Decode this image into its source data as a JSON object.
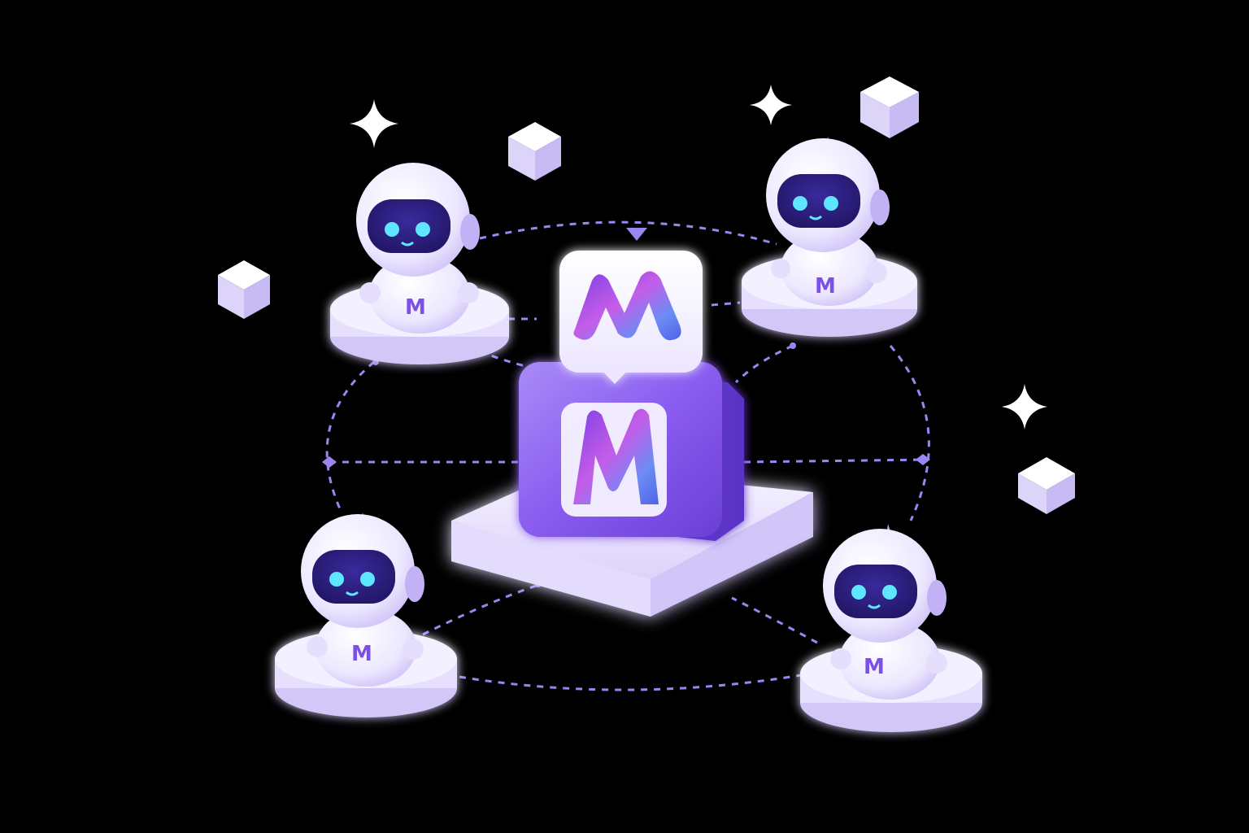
{
  "illustration": {
    "robot_badge_letter": "M",
    "robots": [
      {
        "badge": "M",
        "id": "robot-top-left"
      },
      {
        "badge": "M",
        "id": "robot-top-right"
      },
      {
        "badge": "M",
        "id": "robot-bottom-left"
      },
      {
        "badge": "M",
        "id": "robot-bottom-right"
      }
    ],
    "hub": {
      "logo": "M-logo",
      "panel_logo": "M-logo"
    }
  },
  "colors": {
    "background": "#000000",
    "robot_body": "#f3f0ff",
    "robot_shade": "#d6ccfa",
    "visor": "#2b1d7a",
    "eyes": "#5fe6ff",
    "accent_purple": "#7b4fe8",
    "hub_box": "#8a5cf0",
    "platform": "#efeaff",
    "connector": "#9b86f0",
    "sparkle": "#ffffff",
    "cube": "#f1eeff"
  },
  "icons": [
    "sparkle-icon",
    "cube-icon",
    "m-logo-icon",
    "robot-icon"
  ]
}
